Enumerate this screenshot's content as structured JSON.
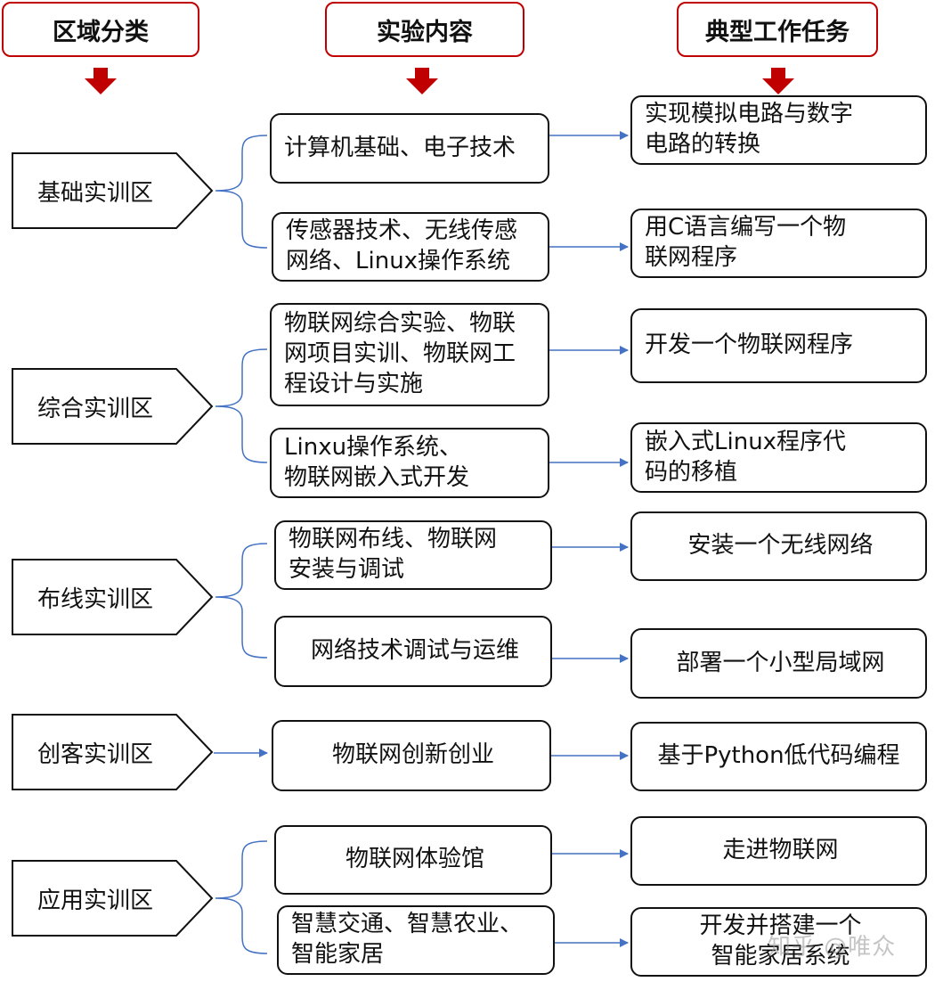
{
  "headers": [
    "区域分类",
    "实验内容",
    "典型工作任务"
  ],
  "zones": [
    {
      "label": "基础实训区",
      "contents": [
        {
          "text": "计算机基础、电子技术",
          "task": "实现模拟电路与数字\n电路的转换"
        },
        {
          "text": "传感器技术、无线传感\n网络、Linux操作系统",
          "task": "用C语言编写一个物\n联网程序"
        }
      ]
    },
    {
      "label": "综合实训区",
      "contents": [
        {
          "text": "物联网综合实验、物联\n网项目实训、物联网工\n程设计与实施",
          "task": "开发一个物联网程序"
        },
        {
          "text": "Linxu操作系统、\n物联网嵌入式开发",
          "task": "嵌入式Linux程序代\n码的移植"
        }
      ]
    },
    {
      "label": "布线实训区",
      "contents": [
        {
          "text": "物联网布线、物联网\n安装与调试",
          "task": "安装一个无线网络"
        },
        {
          "text": "网络技术调试与运维",
          "task": "部署一个小型局域网"
        }
      ]
    },
    {
      "label": "创客实训区",
      "contents": [
        {
          "text": "物联网创新创业",
          "task": "基于Python低代码编程"
        }
      ]
    },
    {
      "label": "应用实训区",
      "contents": [
        {
          "text": "物联网体验馆",
          "task": "走进物联网"
        },
        {
          "text": "智慧交通、智慧农业、\n智能家居",
          "task": "开发并搭建一个\n智能家居系统"
        }
      ]
    }
  ],
  "watermark": "知乎 @唯众",
  "colors": {
    "header_border": "#c00000",
    "arrow_red": "#c00000",
    "connector": "#4472c4"
  }
}
